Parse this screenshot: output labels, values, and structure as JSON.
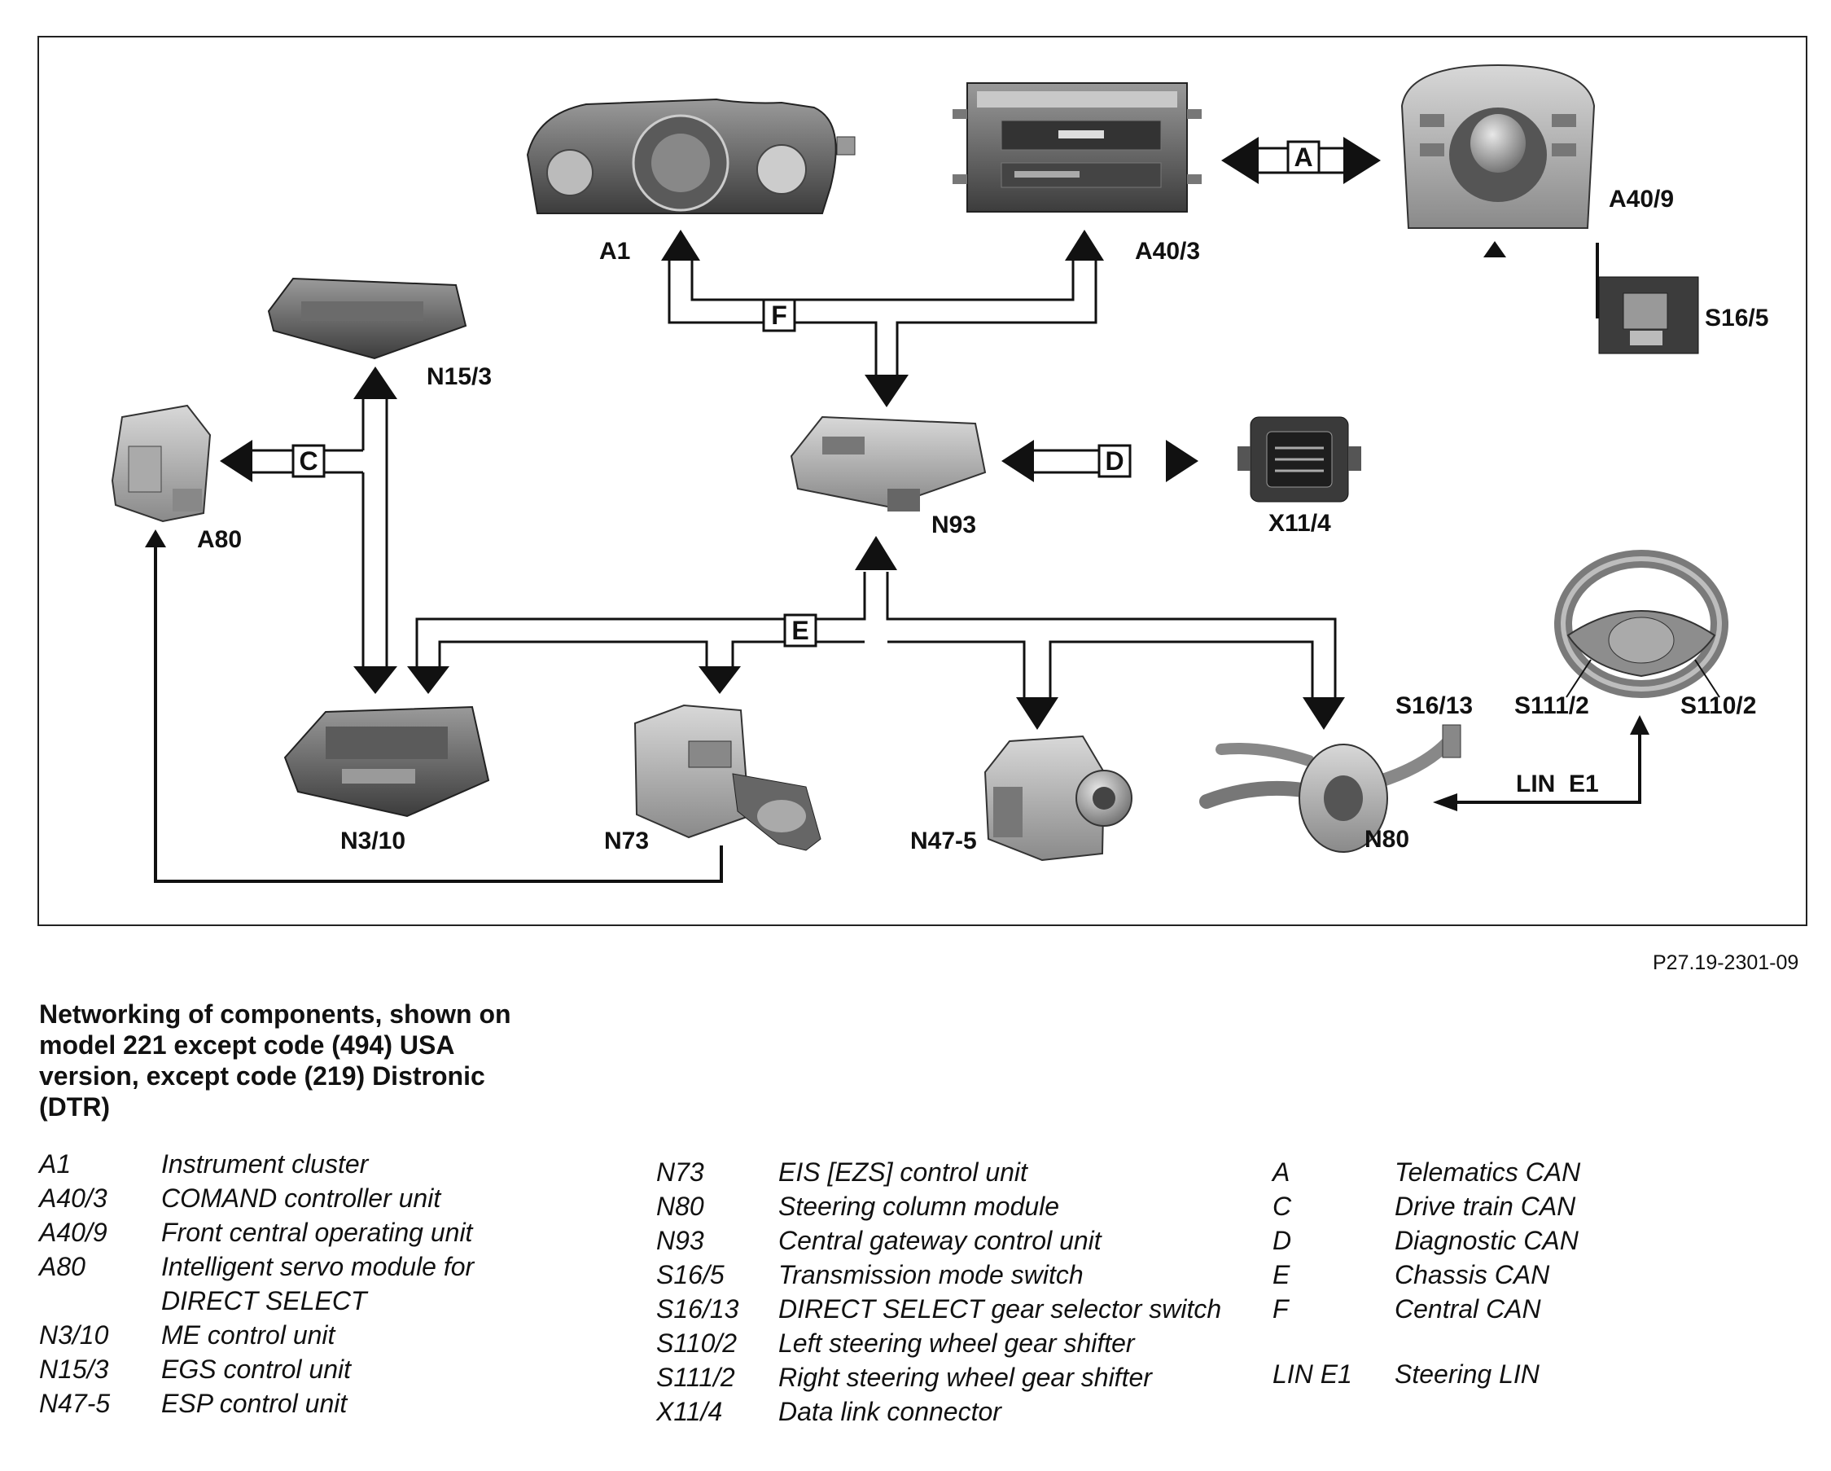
{
  "diagram": {
    "figure_ref": "P27.19-2301-09",
    "components": {
      "a1": "A1",
      "a40_3": "A40/3",
      "a40_9": "A40/9",
      "s16_5": "S16/5",
      "n15_3": "N15/3",
      "a80": "A80",
      "n93": "N93",
      "x11_4": "X11/4",
      "n3_10": "N3/10",
      "n73": "N73",
      "n47_5": "N47-5",
      "n80": "N80",
      "s16_13": "S16/13",
      "s111_2": "S111/2",
      "s110_2": "S110/2"
    },
    "buses": {
      "a": "A",
      "c": "C",
      "d": "D",
      "e": "E",
      "f": "F",
      "lin": "LIN  E1"
    }
  },
  "title": "Networking of components, shown on model 221 except code (494) USA version, except code (219) Distronic (DTR)",
  "legend": {
    "col1": [
      {
        "code": "A1",
        "desc": "Instrument cluster"
      },
      {
        "code": "A40/3",
        "desc": "COMAND controller unit"
      },
      {
        "code": "A40/9",
        "desc": "Front central operating unit"
      },
      {
        "code": "A80",
        "desc": "Intelligent servo module for DIRECT SELECT"
      },
      {
        "code": "N3/10",
        "desc": "ME control unit"
      },
      {
        "code": "N15/3",
        "desc": "EGS control unit"
      },
      {
        "code": "N47-5",
        "desc": "ESP control unit"
      }
    ],
    "col2": [
      {
        "code": "N73",
        "desc": "EIS [EZS] control unit"
      },
      {
        "code": "N80",
        "desc": "Steering column module"
      },
      {
        "code": "N93",
        "desc": "Central gateway control unit"
      },
      {
        "code": "S16/5",
        "desc": "Transmission mode switch"
      },
      {
        "code": "S16/13",
        "desc": "DIRECT SELECT gear selector switch"
      },
      {
        "code": "S110/2",
        "desc": "Left steering wheel gear shifter"
      },
      {
        "code": "S111/2",
        "desc": "Right steering wheel gear shifter"
      },
      {
        "code": "X11/4",
        "desc": "Data link connector"
      }
    ],
    "col3": [
      {
        "code": "A",
        "desc": "Telematics CAN"
      },
      {
        "code": "C",
        "desc": "Drive train CAN"
      },
      {
        "code": "D",
        "desc": "Diagnostic CAN"
      },
      {
        "code": "E",
        "desc": "Chassis CAN"
      },
      {
        "code": "F",
        "desc": "Central CAN"
      }
    ],
    "col3_extra": [
      {
        "code": "LIN E1",
        "desc": "Steering LIN"
      }
    ]
  }
}
